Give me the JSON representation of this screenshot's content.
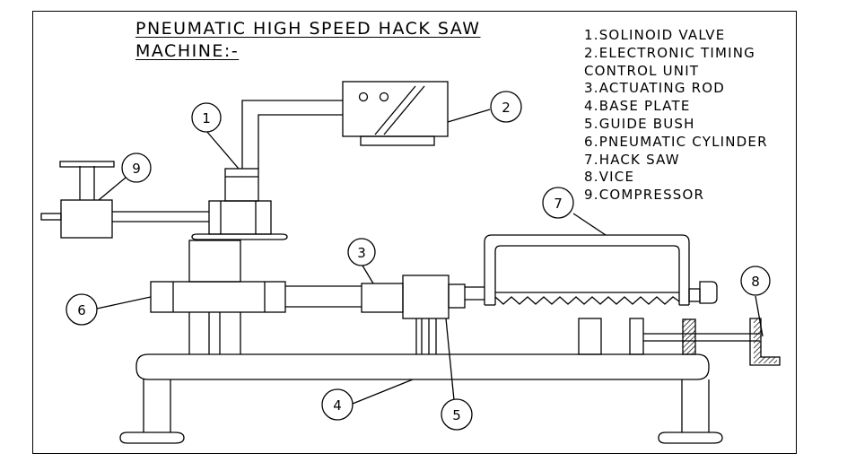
{
  "title": {
    "line1": "PNEUMATIC HIGH SPEED HACK SAW",
    "line2": "MACHINE:-"
  },
  "legend": [
    "1.SOLINOID VALVE",
    "2.ELECTRONIC TIMING",
    "CONTROL UNIT",
    "3.ACTUATING ROD",
    "4.BASE PLATE",
    "5.GUIDE BUSH",
    "6.PNEUMATIC CYLINDER",
    "7.HACK SAW",
    "8.VICE",
    "9.COMPRESSOR"
  ],
  "callouts": [
    "1",
    "2",
    "3",
    "4",
    "5",
    "6",
    "7",
    "8",
    "9"
  ],
  "colors": {
    "line": "#000000",
    "background": "#ffffff"
  }
}
